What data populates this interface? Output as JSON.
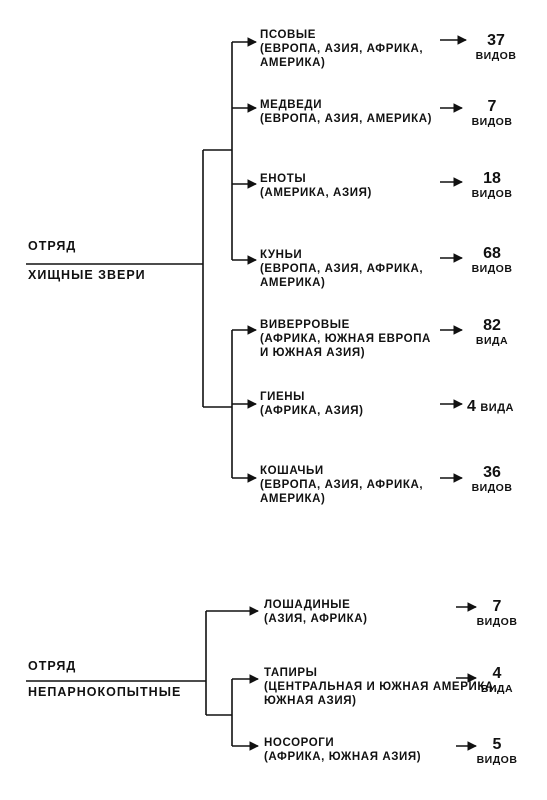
{
  "orders": [
    {
      "prefix": "ОТРЯД",
      "name": "ХИЩНЫЕ ЗВЕРИ",
      "families": [
        {
          "name": "ПСОВЫЕ",
          "range": [
            "(ЕВРОПА, АЗИЯ, АФРИКА,",
            "АМЕРИКА)"
          ],
          "count": "37",
          "word": "ВИДОВ"
        },
        {
          "name": "МЕДВЕДИ",
          "range": [
            "(ЕВРОПА, АЗИЯ, АМЕРИКА)"
          ],
          "count": "7",
          "word": "ВИДОВ"
        },
        {
          "name": "ЕНОТЫ",
          "range": [
            "(АМЕРИКА, АЗИЯ)"
          ],
          "count": "18",
          "word": "ВИДОВ"
        },
        {
          "name": "КУНЬИ",
          "range": [
            "(ЕВРОПА, АЗИЯ, АФРИКА,",
            "АМЕРИКА)"
          ],
          "count": "68",
          "word": "ВИДОВ"
        },
        {
          "name": "ВИВЕРРОВЫЕ",
          "range": [
            "(АФРИКА, ЮЖНАЯ ЕВРОПА",
            "И ЮЖНАЯ АЗИЯ)"
          ],
          "count": "82",
          "word": "ВИДА"
        },
        {
          "name": "ГИЕНЫ",
          "range": [
            "(АФРИКА, АЗИЯ)"
          ],
          "count": "4",
          "word": "ВИДА"
        },
        {
          "name": "КОШАЧЬИ",
          "range": [
            "(ЕВРОПА, АЗИЯ, АФРИКА,",
            "АМЕРИКА)"
          ],
          "count": "36",
          "word": "ВИДОВ"
        }
      ]
    },
    {
      "prefix": "ОТРЯД",
      "name": "НЕПАРНОКОПЫТНЫЕ",
      "families": [
        {
          "name": "ЛОШАДИНЫЕ",
          "range": [
            "(АЗИЯ, АФРИКА)"
          ],
          "count": "7",
          "word": "ВИДОВ"
        },
        {
          "name": "ТАПИРЫ",
          "range": [
            "(ЦЕНТРАЛЬНАЯ И ЮЖНАЯ АМЕРИКА,",
            "ЮЖНАЯ АЗИЯ)"
          ],
          "count": "4",
          "word": "ВИДА"
        },
        {
          "name": "НОСОРОГИ",
          "range": [
            "(АФРИКА, ЮЖНАЯ АЗИЯ)"
          ],
          "count": "5",
          "word": "ВИДОВ"
        }
      ]
    }
  ]
}
